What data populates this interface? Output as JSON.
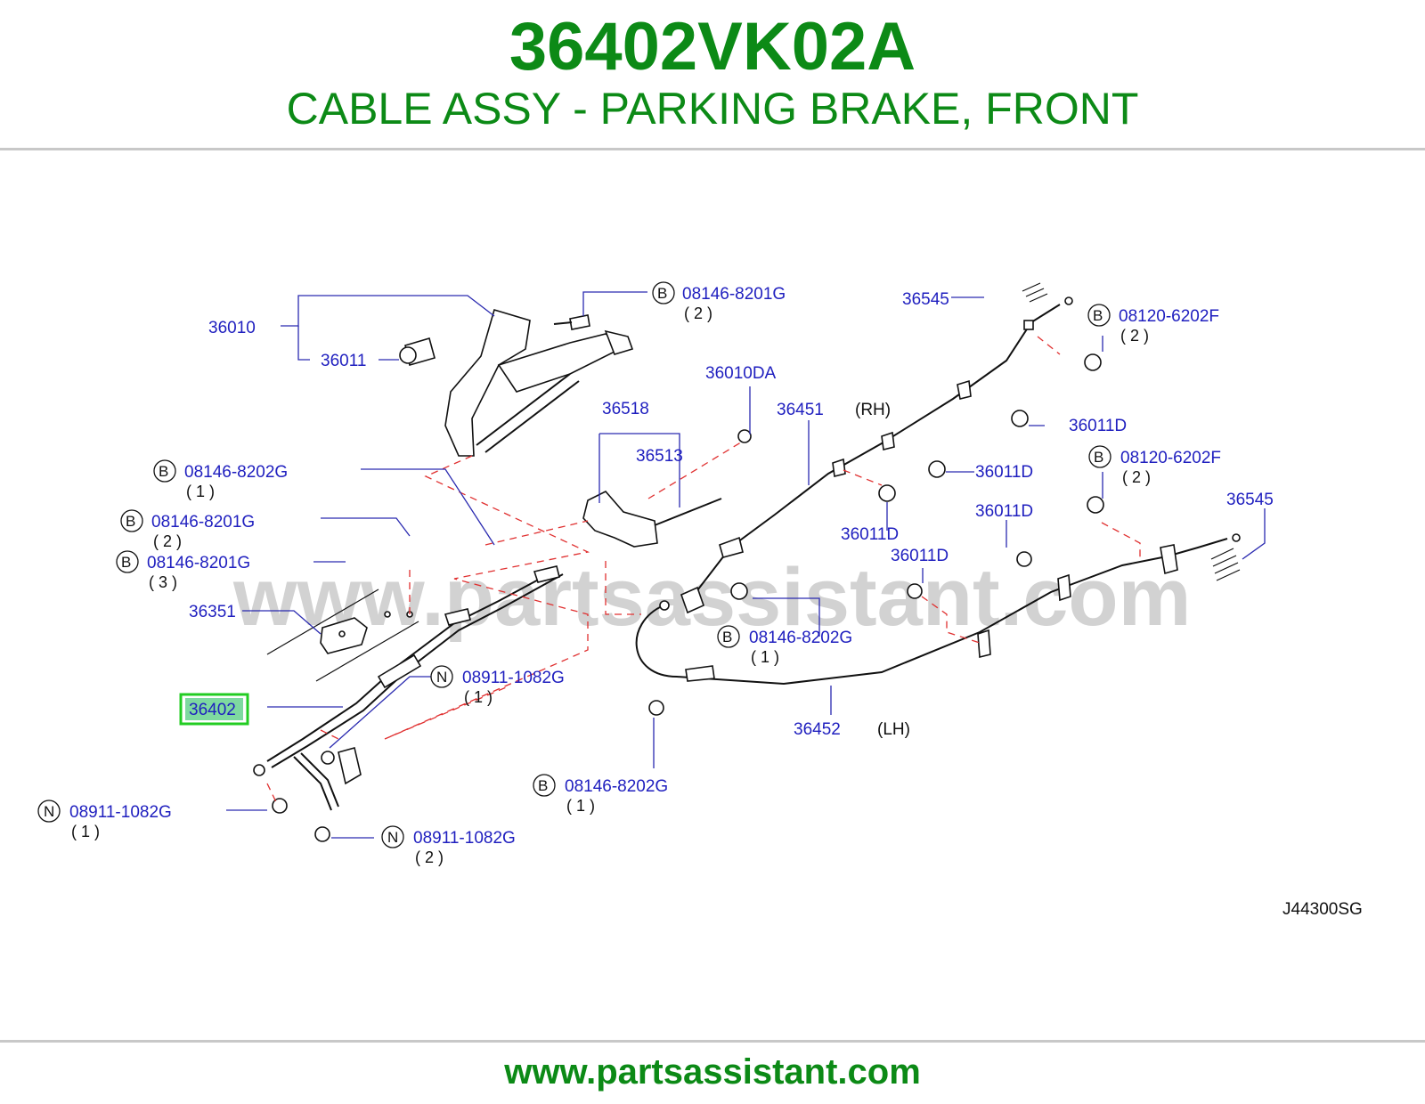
{
  "header": {
    "part_number": "36402VK02A",
    "description": "CABLE ASSY - PARKING BRAKE, FRONT"
  },
  "footer": {
    "website": "www.partsassistant.com"
  },
  "diagram": {
    "watermark": "www.partsassistant.com",
    "code": "J44300SG",
    "highlight_color": "#22cc22",
    "labels": {
      "p36010": "36010",
      "p36011": "36011",
      "p36010da": "36010DA",
      "p36518": "36518",
      "p36513": "36513",
      "p36451": "36451",
      "rh": "(RH)",
      "p36545a": "36545",
      "p36545b": "36545",
      "p36011d_a": "36011D",
      "p36011d_b": "36011D",
      "p36011d_c": "36011D",
      "p36011d_d": "36011D",
      "p36011d_e": "36011D",
      "p36351": "36351",
      "p36402": "36402",
      "p36452": "36452",
      "lh": "(LH)"
    },
    "callouts": [
      {
        "prefix": "B",
        "number": "08146-8201G",
        "qty": "( 2 )"
      },
      {
        "prefix": "B",
        "number": "08120-6202F",
        "qty": "( 2 )"
      },
      {
        "prefix": "B",
        "number": "08120-6202F",
        "qty": "( 2 )"
      },
      {
        "prefix": "B",
        "number": "08146-8202G",
        "qty": "( 1 )"
      },
      {
        "prefix": "B",
        "number": "08146-8201G",
        "qty": "( 2 )"
      },
      {
        "prefix": "B",
        "number": "08146-8201G",
        "qty": "( 3 )"
      },
      {
        "prefix": "B",
        "number": "08146-8202G",
        "qty": "( 1 )"
      },
      {
        "prefix": "N",
        "number": "08911-1082G",
        "qty": "( 1 )"
      },
      {
        "prefix": "B",
        "number": "08146-8202G",
        "qty": "( 1 )"
      },
      {
        "prefix": "N",
        "number": "08911-1082G",
        "qty": "( 1 )"
      },
      {
        "prefix": "N",
        "number": "08911-1082G",
        "qty": "( 2 )"
      }
    ]
  }
}
